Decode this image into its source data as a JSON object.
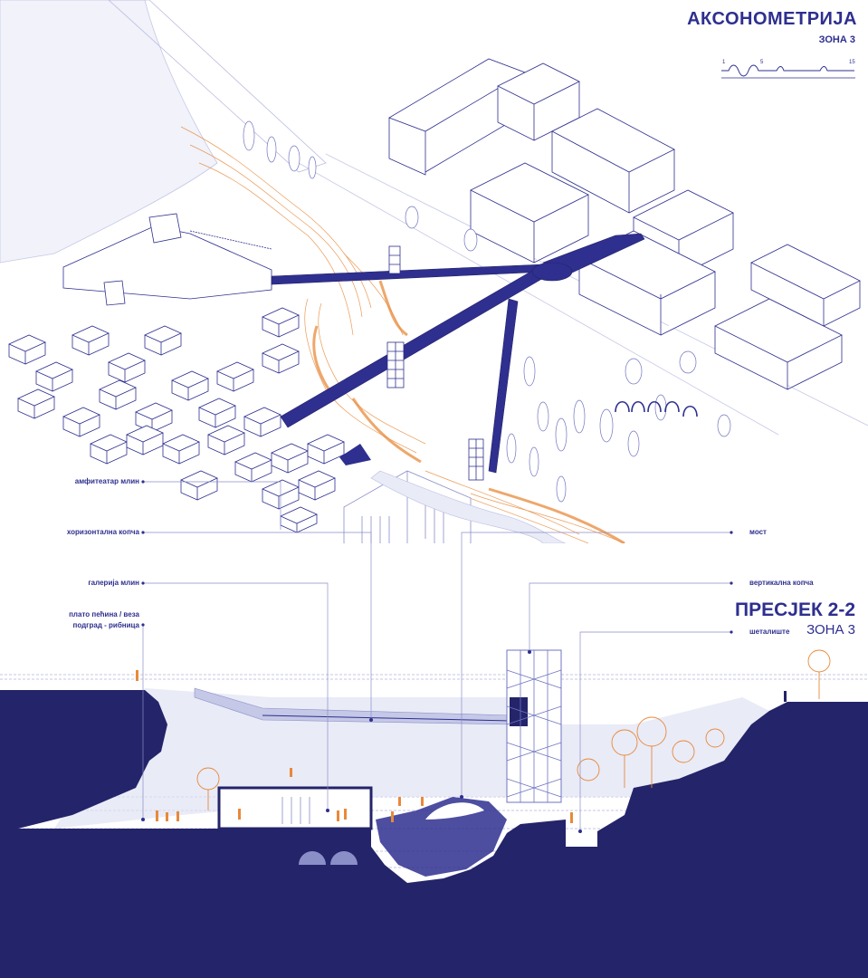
{
  "axonometry": {
    "title": "АКСОНОМЕТРИЈА",
    "zone": "ЗОНА 3",
    "scale_ticks": [
      "1",
      "5",
      "15"
    ]
  },
  "section": {
    "title": "ПРЕСЈЕК 2-2",
    "zone": "ЗОНА 3"
  },
  "labels": {
    "amphitheater": "амфитеатар млин",
    "horizontal_link": "хоризонтална копча",
    "gallery": "галерија млин",
    "plateau_line1": "плато пећина / веза",
    "plateau_line2": "подград - рибница",
    "bridge": "мост",
    "vertical_link": "вертикална копча",
    "promenade": "шеталиште"
  },
  "colors": {
    "navy": "#24246a",
    "accent": "#2e2f8f",
    "orange": "#e8893a",
    "line": "#8a8fc8"
  }
}
